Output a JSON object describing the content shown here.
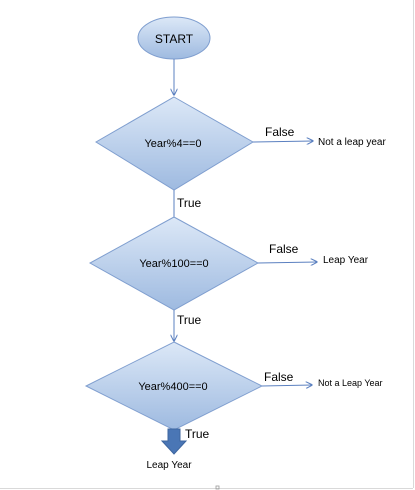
{
  "diagram": {
    "start_label": "START",
    "decision_1": "Year%4==0",
    "decision_2": "Year%100==0",
    "decision_3": "Year%400==0",
    "edge_1_true": "True",
    "edge_1_false": "False",
    "edge_2_true": "True",
    "edge_2_false": "False",
    "edge_3_true": "True",
    "edge_3_false": "False",
    "outcome_1": "Not a leap year",
    "outcome_2": "Leap Year",
    "outcome_3": "Not a Leap Year",
    "outcome_final": "Leap Year"
  },
  "colors": {
    "shape_fill_top": "#dce8f7",
    "shape_fill_bottom": "#9ebae0",
    "shape_stroke": "#7f9ecf",
    "connector": "#5b80c0",
    "thick_arrow": "#4a76b5"
  }
}
